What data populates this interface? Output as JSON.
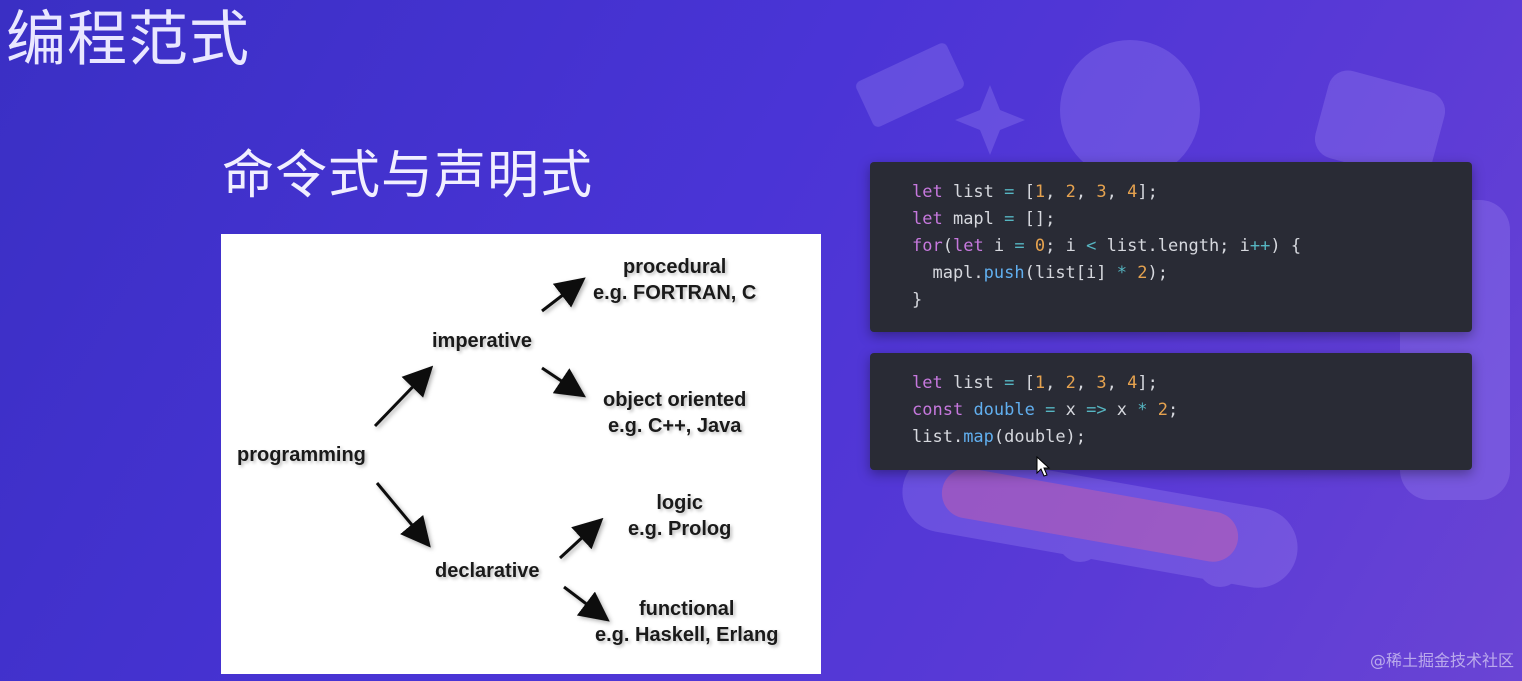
{
  "slide": {
    "title": "编程范式",
    "subtitle": "命令式与声明式"
  },
  "diagram": {
    "root": "programming",
    "imperative": "imperative",
    "declarative": "declarative",
    "procedural": {
      "name": "procedural",
      "example": "e.g. FORTRAN, C"
    },
    "object_oriented": {
      "name": "object oriented",
      "example": "e.g. C++, Java"
    },
    "logic": {
      "name": "logic",
      "example": "e.g. Prolog"
    },
    "functional": {
      "name": "functional",
      "example": "e.g. Haskell, Erlang"
    }
  },
  "code_blocks": [
    {
      "lines": [
        "let list = [1, 2, 3, 4];",
        "let mapl = [];",
        "for(let i = 0; i < list.length; i++) {",
        "  mapl.push(list[i] * 2);",
        "}"
      ]
    },
    {
      "lines": [
        "let list = [1, 2, 3, 4];",
        "const double = x => x * 2;",
        "list.map(double);"
      ]
    }
  ],
  "watermark": "@稀土掘金技术社区",
  "colors": {
    "background": "#4a34d6",
    "code_bg": "#292b35",
    "keyword": "#c678dd",
    "number": "#e5a24f",
    "function": "#61afef",
    "operator": "#56b6c2"
  }
}
